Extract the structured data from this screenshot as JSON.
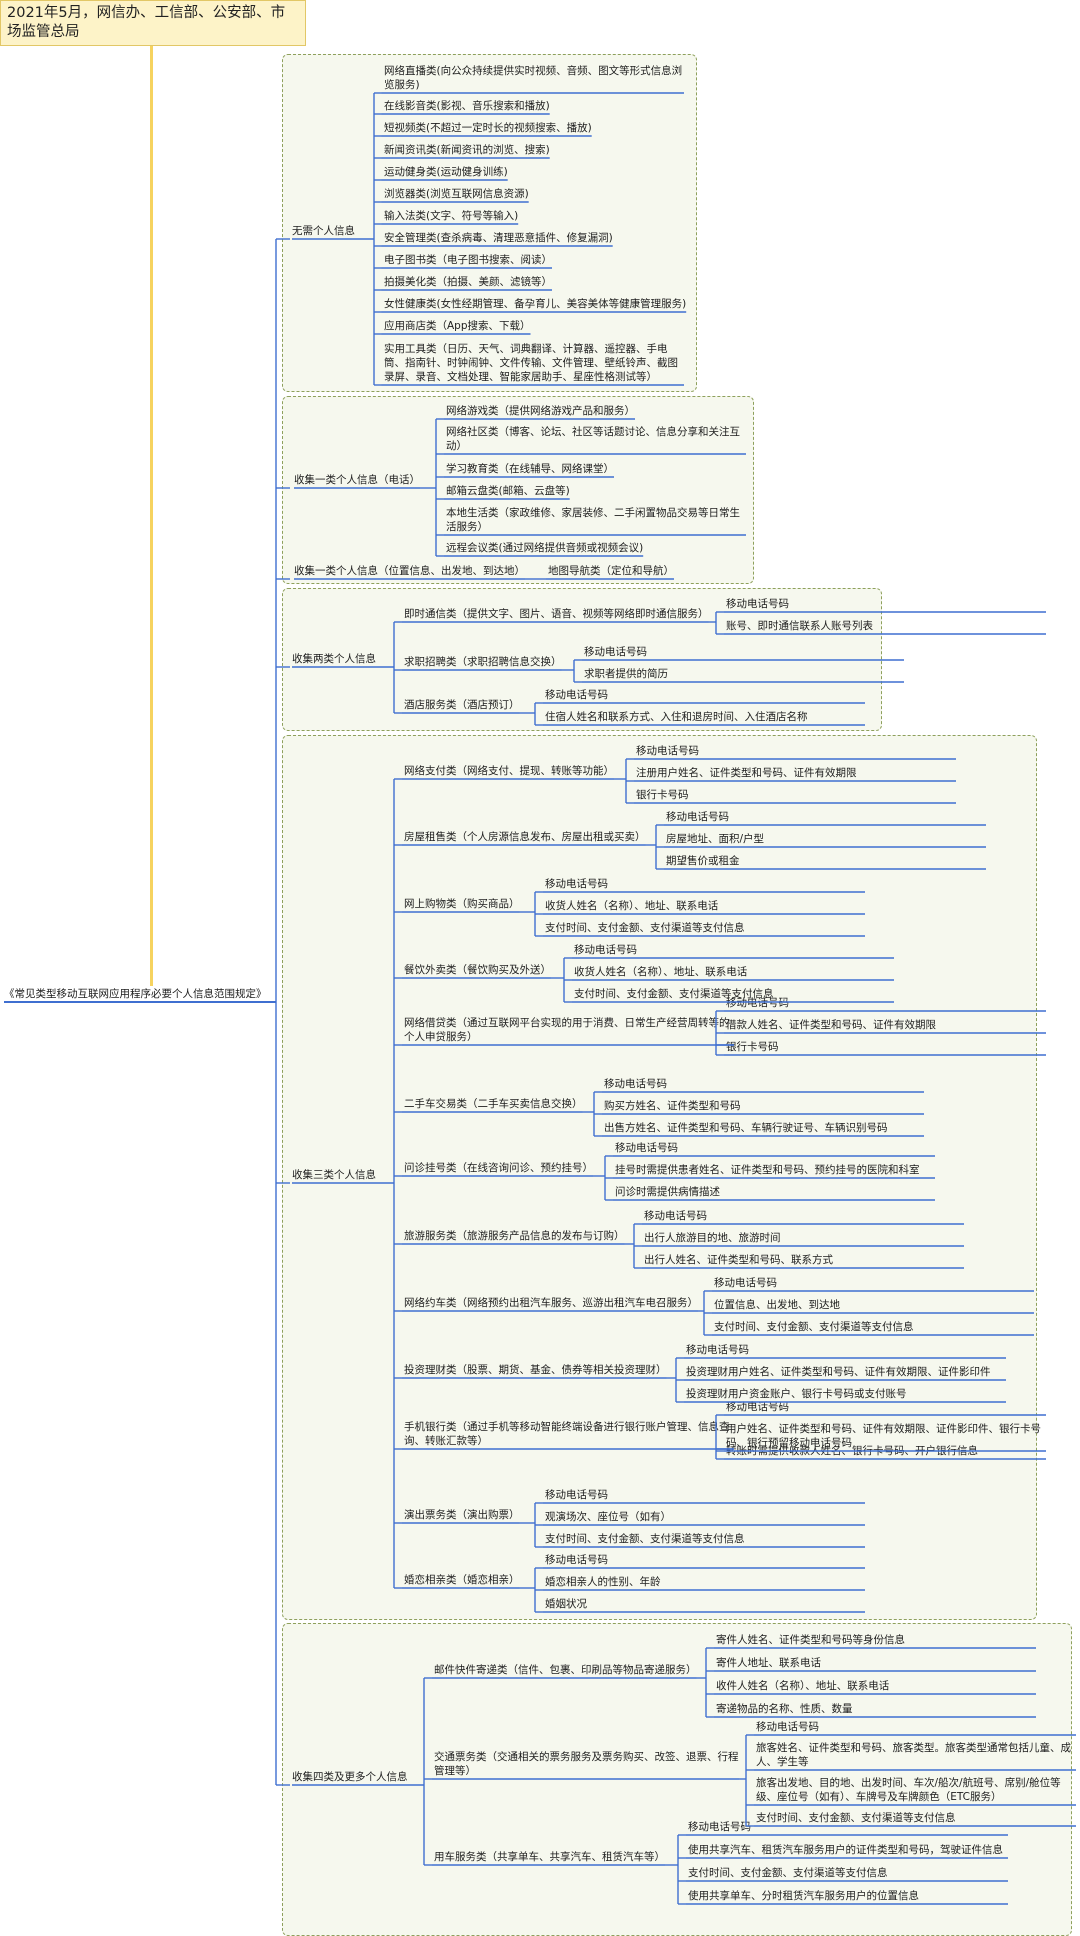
{
  "note": "2021年5月，网信办、工信部、公安部、市场监管总局",
  "root": "《常见类型移动互联网应用程序必要个人信息范围规定》",
  "colors": {
    "branch": "#3f6fd0",
    "note_bg": "#fdf3c8",
    "group_bg": "#f6f8ee",
    "group_border": "#8ea05c"
  },
  "groups": [
    {
      "name": "无需个人信息",
      "apps": [
        {
          "label": "网络直播类(向公众持续提供实时视频、音频、图文等形式信息浏览服务)",
          "items": []
        },
        {
          "label": "在线影音类(影视、音乐搜索和播放)",
          "items": []
        },
        {
          "label": "短视频类(不超过一定时长的视频搜索、播放)",
          "items": []
        },
        {
          "label": "新闻资讯类(新闻资讯的浏览、搜索)",
          "items": []
        },
        {
          "label": "运动健身类(运动健身训练)",
          "items": []
        },
        {
          "label": "浏览器类(浏览互联网信息资源)",
          "items": []
        },
        {
          "label": "输入法类(文字、符号等输入)",
          "items": []
        },
        {
          "label": "安全管理类(查杀病毒、清理恶意插件、修复漏洞)",
          "items": []
        },
        {
          "label": "电子图书类（电子图书搜索、阅读）",
          "items": []
        },
        {
          "label": "拍摄美化类（拍摄、美颜、滤镜等）",
          "items": []
        },
        {
          "label": "女性健康类(女性经期管理、备孕育儿、美容美体等健康管理服务)",
          "items": []
        },
        {
          "label": "应用商店类（App搜索、下载）",
          "items": []
        },
        {
          "label": "实用工具类（日历、天气、词典翻译、计算器、遥控器、手电筒、指南针、时钟闹钟、文件传输、文件管理、壁纸铃声、截图录屏、录音、文档处理、智能家居助手、星座性格测试等）",
          "items": []
        }
      ]
    },
    {
      "name": "收集一类个人信息（电话）",
      "apps": [
        {
          "label": "网络游戏类（提供网络游戏产品和服务）",
          "items": []
        },
        {
          "label": "网络社区类（博客、论坛、社区等话题讨论、信息分享和关注互动）",
          "items": []
        },
        {
          "label": "学习教育类（在线辅导、网络课堂）",
          "items": []
        },
        {
          "label": "邮箱云盘类(邮箱、云盘等)",
          "items": []
        },
        {
          "label": "本地生活类（家政维修、家居装修、二手闲置物品交易等日常生活服务）",
          "items": []
        },
        {
          "label": "远程会议类(通过网络提供音频或视频会议)",
          "items": []
        }
      ]
    },
    {
      "name": "收集一类个人信息（位置信息、出发地、到达地）",
      "apps": [
        {
          "label": "地图导航类（定位和导航）",
          "items": []
        }
      ]
    },
    {
      "name": "收集两类个人信息",
      "apps": [
        {
          "label": "即时通信类（提供文字、图片、语音、视频等网络即时通信服务）",
          "items": [
            "移动电话号码",
            "账号、即时通信联系人账号列表"
          ]
        },
        {
          "label": "求职招聘类（求职招聘信息交换）",
          "items": [
            "移动电话号码",
            "求职者提供的简历"
          ]
        },
        {
          "label": "酒店服务类（酒店预订）",
          "items": [
            "移动电话号码",
            "住宿人姓名和联系方式、入住和退房时间、入住酒店名称"
          ]
        }
      ]
    },
    {
      "name": "收集三类个人信息",
      "apps": [
        {
          "label": "网络支付类（网络支付、提现、转账等功能）",
          "items": [
            "移动电话号码",
            "注册用户姓名、证件类型和号码、证件有效期限",
            "银行卡号码"
          ]
        },
        {
          "label": "房屋租售类（个人房源信息发布、房屋出租或买卖）",
          "items": [
            "移动电话号码",
            "房屋地址、面积/户型",
            "期望售价或租金"
          ]
        },
        {
          "label": "网上购物类（购买商品）",
          "items": [
            "移动电话号码",
            "收货人姓名（名称）、地址、联系电话",
            "支付时间、支付金额、支付渠道等支付信息"
          ]
        },
        {
          "label": "餐饮外卖类（餐饮购买及外送）",
          "items": [
            "移动电话号码",
            "收货人姓名（名称）、地址、联系电话",
            "支付时间、支付金额、支付渠道等支付信息"
          ]
        },
        {
          "label": "网络借贷类（通过互联网平台实现的用于消费、日常生产经营周转等的个人申贷服务）",
          "items": [
            "移动电话号码",
            "借款人姓名、证件类型和号码、证件有效期限",
            "银行卡号码"
          ]
        },
        {
          "label": "二手车交易类（二手车买卖信息交换）",
          "items": [
            "移动电话号码",
            "购买方姓名、证件类型和号码",
            "出售方姓名、证件类型和号码、车辆行驶证号、车辆识别号码"
          ]
        },
        {
          "label": "问诊挂号类（在线咨询问诊、预约挂号）",
          "items": [
            "移动电话号码",
            "挂号时需提供患者姓名、证件类型和号码、预约挂号的医院和科室",
            "问诊时需提供病情描述"
          ]
        },
        {
          "label": "旅游服务类（旅游服务产品信息的发布与订购）",
          "items": [
            "移动电话号码",
            "出行人旅游目的地、旅游时间",
            "出行人姓名、证件类型和号码、联系方式"
          ]
        },
        {
          "label": "网络约车类（网络预约出租汽车服务、巡游出租汽车电召服务）",
          "items": [
            "移动电话号码",
            "位置信息、出发地、到达地",
            "支付时间、支付金额、支付渠道等支付信息"
          ]
        },
        {
          "label": "投资理财类（股票、期货、基金、债券等相关投资理财）",
          "items": [
            "移动电话号码",
            "投资理财用户姓名、证件类型和号码、证件有效期限、证件影印件",
            "投资理财用户资金账户、银行卡号码或支付账号"
          ]
        },
        {
          "label": "手机银行类（通过手机等移动智能终端设备进行银行账户管理、信息查询、转账汇款等）",
          "items": [
            "移动电话号码",
            "用户姓名、证件类型和号码、证件有效期限、证件影印件、银行卡号码、银行预留移动电话号码",
            "转账时需提供收款人姓名、银行卡号码、开户银行信息"
          ]
        },
        {
          "label": "演出票务类（演出购票）",
          "items": [
            "移动电话号码",
            "观演场次、座位号（如有）",
            "支付时间、支付金额、支付渠道等支付信息"
          ]
        },
        {
          "label": "婚恋相亲类（婚恋相亲）",
          "items": [
            "移动电话号码",
            "婚恋相亲人的性别、年龄",
            "婚姻状况"
          ]
        }
      ]
    },
    {
      "name": "收集四类及更多个人信息",
      "apps": [
        {
          "label": "邮件快件寄递类（信件、包裹、印刷品等物品寄递服务）",
          "items": [
            "寄件人姓名、证件类型和号码等身份信息",
            "寄件人地址、联系电话",
            "收件人姓名（名称）、地址、联系电话",
            "寄递物品的名称、性质、数量"
          ]
        },
        {
          "label": "交通票务类（交通相关的票务服务及票务购买、改签、退票、行程管理等）",
          "items": [
            "移动电话号码",
            "旅客姓名、证件类型和号码、旅客类型。旅客类型通常包括儿童、成人、学生等",
            "旅客出发地、目的地、出发时间、车次/船次/航班号、席别/舱位等级、座位号（如有）、车牌号及车牌颜色（ETC服务）",
            "支付时间、支付金额、支付渠道等支付信息"
          ]
        },
        {
          "label": "用车服务类（共享单车、共享汽车、租赁汽车等）",
          "items": [
            "移动电话号码",
            "使用共享汽车、租赁汽车服务用户的证件类型和号码，驾驶证件信息",
            "支付时间、支付金额、支付渠道等支付信息",
            "使用共享单车、分时租赁汽车服务用户的位置信息"
          ]
        }
      ]
    }
  ]
}
